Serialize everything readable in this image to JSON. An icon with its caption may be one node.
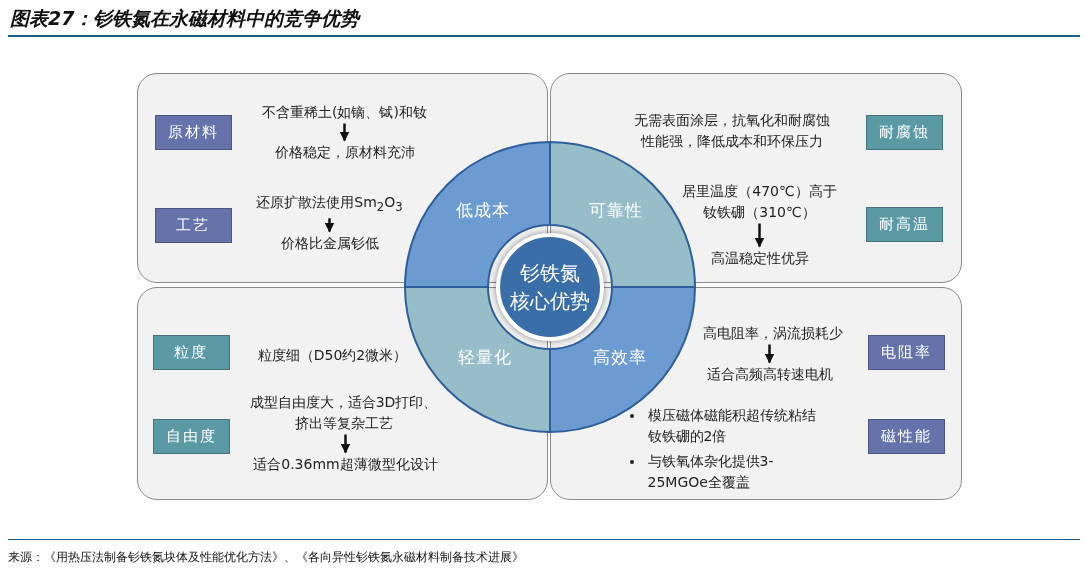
{
  "diagram": {
    "title": "图表27：钐铁氮在永磁材料中的竞争优势",
    "nodes": [
      {
        "text": [],
        "shape": "box"
      },
      {
        "text": [
          "原材料"
        ],
        "in": 0
      },
      {
        "text": [
          "不含重稀土(如镝、铽)和钕"
        ],
        "in": 0
      },
      {
        "text": [
          "价格稳定，原材料充沛"
        ],
        "in": 0
      },
      {
        "text": [
          "工艺"
        ],
        "in": 0
      },
      {
        "text": [
          "还原扩散法使用Sm$_{2}$O$_{3}$"
        ],
        "in": 0
      },
      {
        "text": [
          "价格比金属钐低"
        ],
        "in": 0
      },
      {
        "text": [],
        "shape": "box"
      },
      {
        "text": [
          "耐腐蚀"
        ],
        "in": 7
      },
      {
        "text": [
          "无需表面涂层，抗氧化和耐腐蚀性能强，降低成本和环保压力"
        ],
        "in": 7
      },
      {
        "text": [
          "耐高温"
        ],
        "in": 7
      },
      {
        "text": [
          "居里温度（470℃）高于钕铁硼（310℃）"
        ],
        "in": 7
      },
      {
        "text": [
          "高温稳定性优异"
        ],
        "in": 7
      },
      {
        "text": [],
        "shape": "box"
      },
      {
        "text": [
          "粒度"
        ],
        "in": 13
      },
      {
        "text": [
          "粒度细（D50约2微米）"
        ],
        "in": 13
      },
      {
        "text": [
          "自由度"
        ],
        "in": 13
      },
      {
        "text": [
          "成型自由度大，适合3D打印、挤出等复杂工艺"
        ],
        "in": 13
      },
      {
        "text": [
          "适合0.36mm超薄微型化设计"
        ],
        "in": 13
      },
      {
        "text": [],
        "shape": "box"
      },
      {
        "text": [
          "高电阻率，涡流损耗少"
        ],
        "in": 19
      },
      {
        "text": [
          "适合高频高转速电机"
        ],
        "in": 19
      },
      {
        "text": [
          "电阻率"
        ],
        "in": 19
      },
      {
        "text": [
          "模压磁体磁能积超传统粘结钕铁硼的2倍",
          "与铁氧体杂化提供3-25MGOe全覆盖"
        ],
        "in": 19
      },
      {
        "text": [
          "磁性能"
        ],
        "in": 19
      },
      {
        "text": [
          "低成本"
        ],
        "in": 0
      },
      {
        "text": [
          "可靠性"
        ],
        "in": 7
      },
      {
        "text": [
          "轻量化"
        ],
        "in": 13
      },
      {
        "text": [
          "高效率"
        ],
        "in": 19
      },
      {
        "text": [
          "钐铁氮",
          "核心优势"
        ]
      }
    ],
    "edges": [
      {
        "from": 2,
        "to": 3,
        "arrow": "to"
      },
      {
        "from": 5,
        "to": 6,
        "arrow": "to"
      },
      {
        "from": 11,
        "to": 12,
        "arrow": "to"
      },
      {
        "from": 17,
        "to": 18,
        "arrow": "to"
      },
      {
        "from": 20,
        "to": 21,
        "arrow": "to"
      }
    ],
    "caption": "来源：《用热压法制备钐铁氮块体及性能优化方法》、《各向异性钐铁氮永磁材料制备技术进展》"
  }
}
